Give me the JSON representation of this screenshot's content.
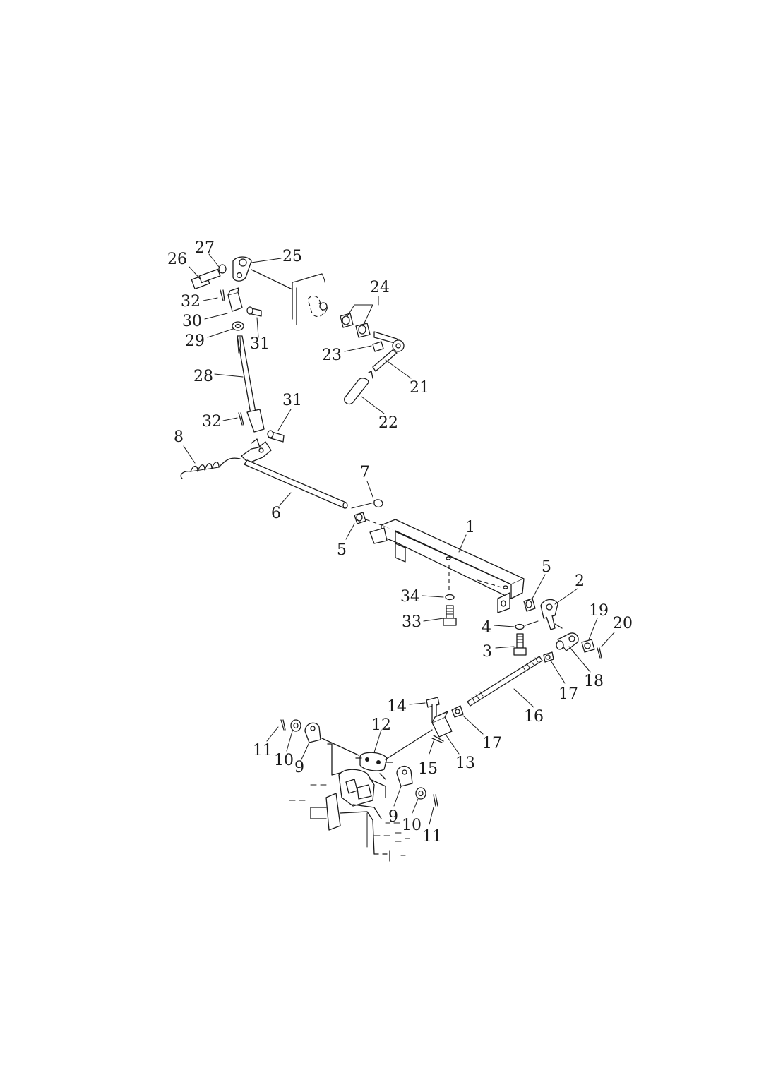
{
  "labels": [
    {
      "id": "l27",
      "text": "27"
    },
    {
      "id": "l26",
      "text": "26"
    },
    {
      "id": "l25",
      "text": "25"
    },
    {
      "id": "l24",
      "text": "24"
    },
    {
      "id": "l32a",
      "text": "32"
    },
    {
      "id": "l30",
      "text": "30"
    },
    {
      "id": "l29",
      "text": "29"
    },
    {
      "id": "l31a",
      "text": "31"
    },
    {
      "id": "l23",
      "text": "23"
    },
    {
      "id": "l28",
      "text": "28"
    },
    {
      "id": "l21",
      "text": "21"
    },
    {
      "id": "l31b",
      "text": "31"
    },
    {
      "id": "l32b",
      "text": "32"
    },
    {
      "id": "l22",
      "text": "22"
    },
    {
      "id": "l8",
      "text": "8"
    },
    {
      "id": "l7",
      "text": "7"
    },
    {
      "id": "l6",
      "text": "6"
    },
    {
      "id": "l1",
      "text": "1"
    },
    {
      "id": "l5a",
      "text": "5"
    },
    {
      "id": "l5b",
      "text": "5"
    },
    {
      "id": "l2",
      "text": "2"
    },
    {
      "id": "l34",
      "text": "34"
    },
    {
      "id": "l19",
      "text": "19"
    },
    {
      "id": "l33",
      "text": "33"
    },
    {
      "id": "l20",
      "text": "20"
    },
    {
      "id": "l4",
      "text": "4"
    },
    {
      "id": "l3",
      "text": "3"
    },
    {
      "id": "l18",
      "text": "18"
    },
    {
      "id": "l17a",
      "text": "17"
    },
    {
      "id": "l14",
      "text": "14"
    },
    {
      "id": "l16",
      "text": "16"
    },
    {
      "id": "l12",
      "text": "12"
    },
    {
      "id": "l17b",
      "text": "17"
    },
    {
      "id": "l11a",
      "text": "11"
    },
    {
      "id": "l10a",
      "text": "10"
    },
    {
      "id": "l9a",
      "text": "9"
    },
    {
      "id": "l15",
      "text": "15"
    },
    {
      "id": "l13",
      "text": "13"
    },
    {
      "id": "l9b",
      "text": "9"
    },
    {
      "id": "l10b",
      "text": "10"
    },
    {
      "id": "l11b",
      "text": "11"
    }
  ]
}
